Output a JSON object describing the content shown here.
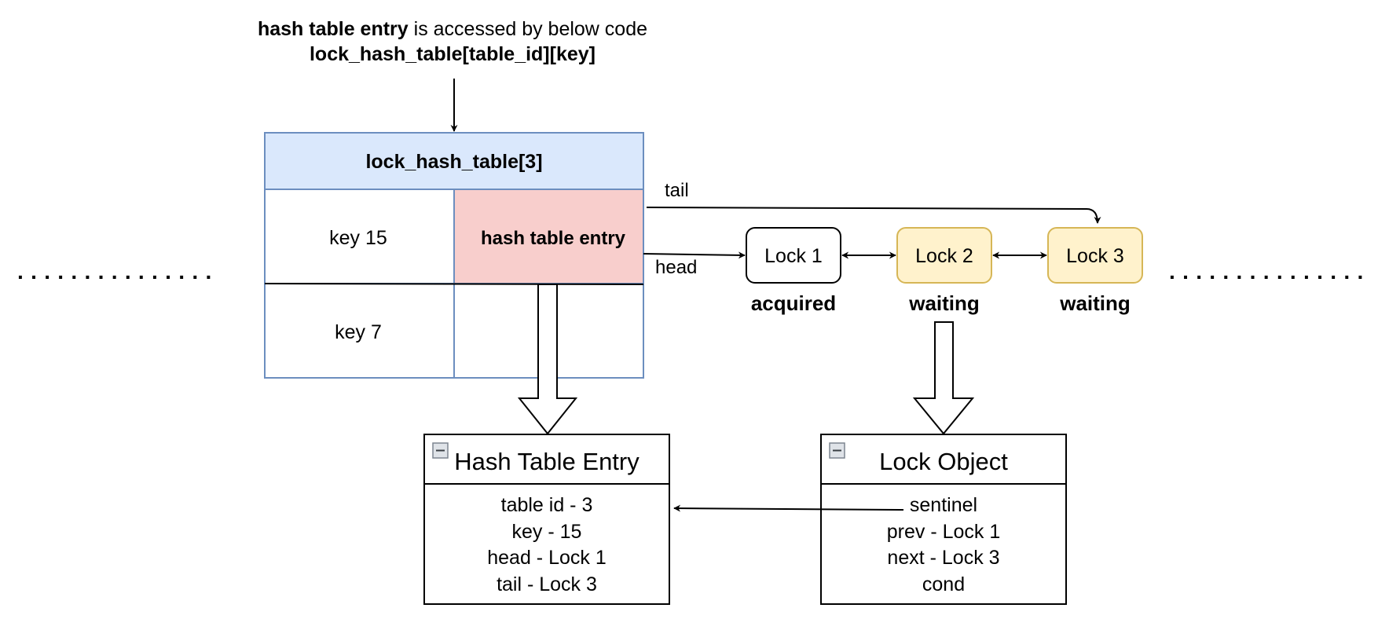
{
  "title": {
    "bold_part": "hash table entry",
    "rest": " is accessed by below code",
    "code": "lock_hash_table[table_id][key]"
  },
  "table": {
    "header": "lock_hash_table[3]",
    "rows": [
      {
        "key": "key 15",
        "value": "hash table entry"
      },
      {
        "key": "key 7",
        "value": ""
      }
    ],
    "colors": {
      "header_fill": "#dae8fc",
      "border": "#6c8ebf",
      "entry_fill": "#f8cecc"
    }
  },
  "ellipsis": {
    "left": "· · · · · · · · · · · · · · ·",
    "right": "· · · · · · · · · · · · · · ·"
  },
  "edges": {
    "tail": "tail",
    "head": "head"
  },
  "locks": [
    {
      "label": "Lock 1",
      "state": "acquired",
      "fill": "#ffffff",
      "stroke": "#000000"
    },
    {
      "label": "Lock 2",
      "state": "waiting",
      "fill": "#fff2cc",
      "stroke": "#d6b656"
    },
    {
      "label": "Lock 3",
      "state": "waiting",
      "fill": "#fff2cc",
      "stroke": "#d6b656"
    }
  ],
  "hash_entry_box": {
    "title": "Hash Table Entry",
    "fields": [
      "table id - 3",
      "key - 15",
      "head - Lock 1",
      "tail - Lock 3"
    ],
    "icon": "collapse-icon"
  },
  "lock_object_box": {
    "title": "Lock Object",
    "fields": [
      "sentinel",
      "prev - Lock 1",
      "next - Lock 3",
      "cond"
    ],
    "icon": "collapse-icon"
  }
}
